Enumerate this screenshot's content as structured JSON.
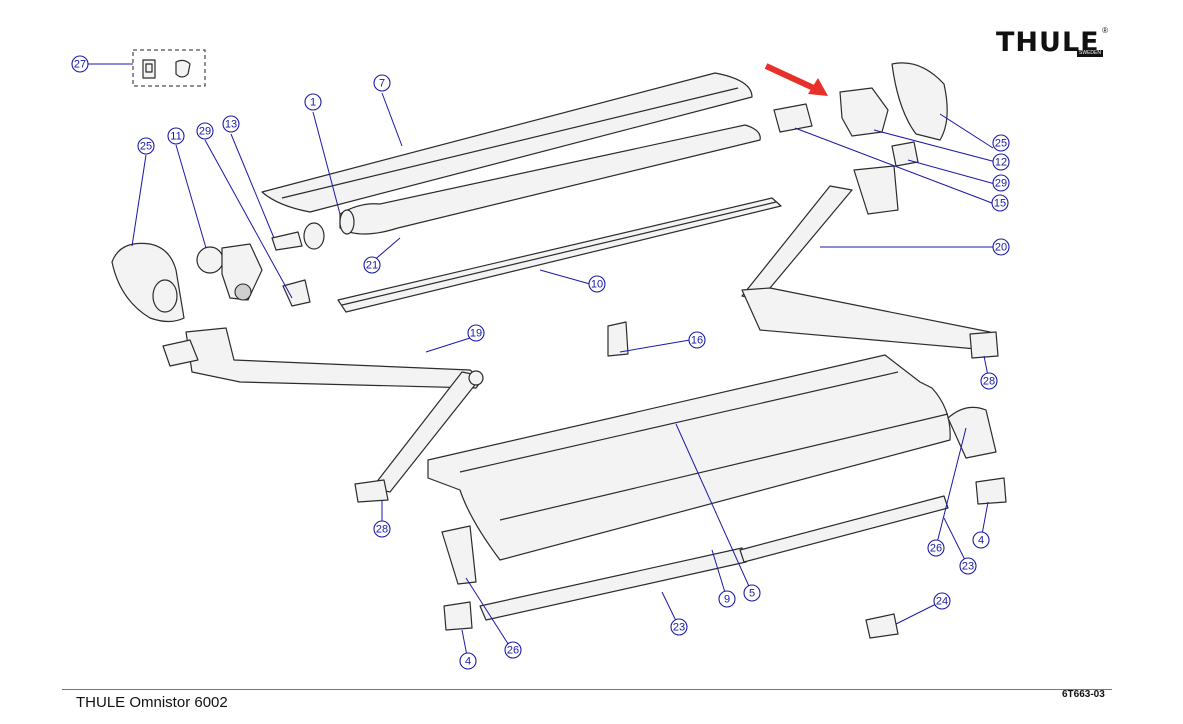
{
  "brand": {
    "name": "THULE",
    "sub": "SWEDEN",
    "reg": "®"
  },
  "footer": {
    "title": "THULE Omnistor 6002",
    "code": "6T663-03"
  },
  "arrow_color": "#e8302a",
  "callout_color": "#1a1aa8",
  "callouts": [
    {
      "label": "27"
    },
    {
      "label": "7"
    },
    {
      "label": "1"
    },
    {
      "label": "25"
    },
    {
      "label": "11"
    },
    {
      "label": "29"
    },
    {
      "label": "13"
    },
    {
      "label": "21"
    },
    {
      "label": "10"
    },
    {
      "label": "19"
    },
    {
      "label": "28"
    },
    {
      "label": "16"
    },
    {
      "label": "25"
    },
    {
      "label": "12"
    },
    {
      "label": "29"
    },
    {
      "label": "15"
    },
    {
      "label": "20"
    },
    {
      "label": "28"
    },
    {
      "label": "9"
    },
    {
      "label": "5"
    },
    {
      "label": "26"
    },
    {
      "label": "4"
    },
    {
      "label": "23"
    },
    {
      "label": "26"
    },
    {
      "label": "4"
    },
    {
      "label": "23"
    },
    {
      "label": "24"
    }
  ]
}
